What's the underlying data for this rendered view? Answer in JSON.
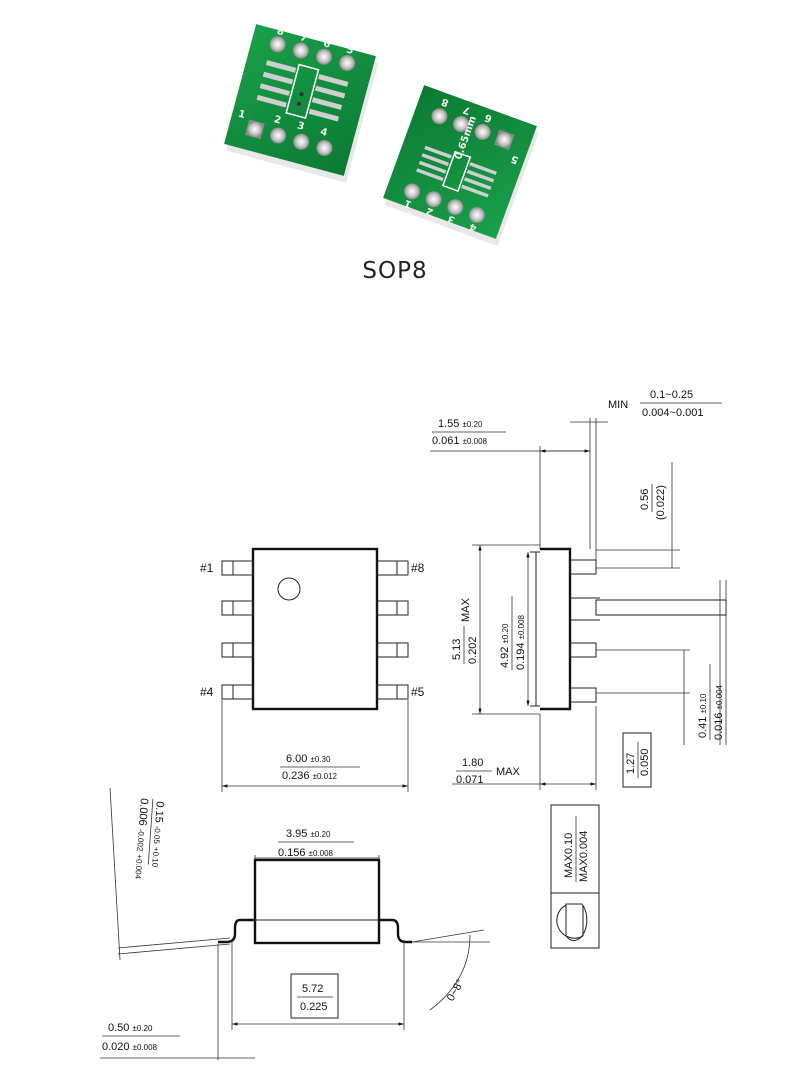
{
  "title": "SOP8",
  "pcb_a": {
    "top_pins": [
      "8",
      "7",
      "6",
      "5"
    ],
    "bottom_pins": [
      "1",
      "2",
      "3",
      "4"
    ]
  },
  "pcb_b": {
    "top_pins": [
      "4",
      "3",
      "2",
      "1"
    ],
    "bottom_pins": [
      "5",
      "6",
      "7",
      "8"
    ],
    "label": "0.65mm"
  },
  "top_view": {
    "pin_labels": {
      "p1": "#1",
      "p8": "#8",
      "p4": "#4",
      "p5": "#5"
    }
  },
  "dims": {
    "body_width": {
      "mm": "6.00",
      "mm_tol": "±0.30",
      "in": "0.236",
      "in_tol": "±0.012"
    },
    "body_length_max": {
      "mm": "5.13",
      "in": "0.202",
      "suffix": "MAX"
    },
    "lead_span": {
      "mm": "4.92",
      "mm_tol": "±0.20",
      "in": "0.194",
      "in_tol": "±0.008"
    },
    "standoff": {
      "prefix": "MIN",
      "mm": "0.1~0.25",
      "in": "0.004~0.001"
    },
    "lead_len": {
      "mm": "1.55",
      "mm_tol": "±0.20",
      "in": "0.061",
      "in_tol": "±0.008"
    },
    "lead_width": {
      "mm": "0.56",
      "in": "0.022"
    },
    "height_max": {
      "mm": "1.80",
      "in": "0.071",
      "suffix": "MAX"
    },
    "pitch": {
      "mm": "1.27",
      "in": "0.050"
    },
    "thickness": {
      "mm": "0.41",
      "mm_tol": "±0.10",
      "in": "0.016",
      "in_tol": "±0.004"
    },
    "coplanarity": {
      "mm": "MAX0.10",
      "in": "MAX0.004"
    },
    "frame_thickness": {
      "mm": "0.15",
      "mm_tol_up": "+0.10",
      "mm_tol_dn": "-0.05",
      "in": "0.006",
      "in_tol_up": "+0.004",
      "in_tol_dn": "-0.002"
    },
    "body_3_95": {
      "mm": "3.95",
      "mm_tol": "±0.20",
      "in": "0.156",
      "in_tol": "±0.008"
    },
    "span_5_72": {
      "mm": "5.72",
      "in": "0.225"
    },
    "foot_len": {
      "mm": "0.50",
      "mm_tol": "±0.20",
      "in": "0.020",
      "in_tol": "±0.008"
    },
    "angle": "0~8°"
  }
}
